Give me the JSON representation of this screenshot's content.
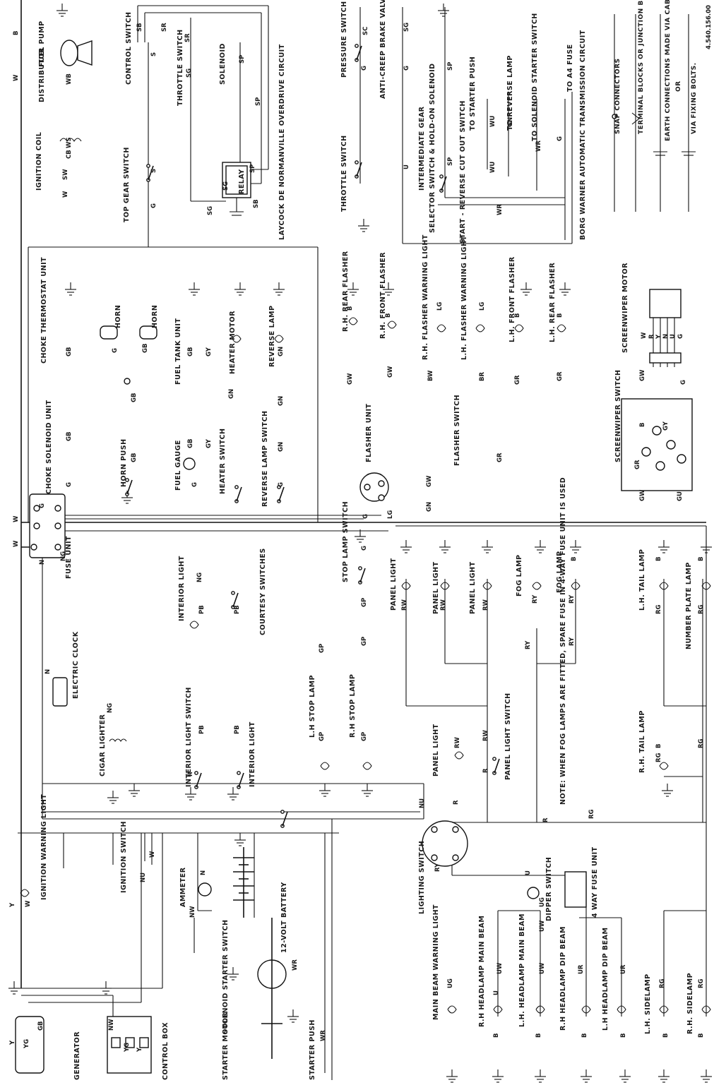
{
  "reference": "4.540.156.00",
  "components": {
    "fuel_pump": "FUEL  PUMP",
    "distributor": "DISTRIBUTOR",
    "ignition_coil": "IGNITION  COIL",
    "control_switch": "CONTROL  SWITCH",
    "throttle_switch_od": "THROTTLE  SWITCH",
    "solenoid_od": "SOLENOID",
    "relay": "RELAY",
    "top_gear_switch": "TOP  GEAR  SWITCH",
    "overdrive_circuit": "LAYCOCK  DE  NORMANVILLE  OVERDRIVE  CIRCUIT",
    "pressure_switch": "PRESSURE  SWITCH",
    "anti_creep": "ANTI-CREEP BRAKE  VALVE  SOLENOID",
    "throttle_switch_bw": "THROTTLE  SWITCH",
    "intermediate_gear": "INTERMEDIATE  GEAR",
    "hold_on_solenoid": "SELECTOR  SWITCH  &  HOLD-ON  SOLENOID",
    "start_reverse": "START - REVERSE  CUT OUT  SWITCH",
    "to_starter_push": "TO  STARTER  PUSH",
    "to_reverse_lamp": "TO  REVERSE  LAMP",
    "to_solenoid": "TO  SOLENOID  STARTER  SWITCH",
    "to_a4_fuse": "TO  A4  FUSE",
    "borg_warner": "BORG  WARNER  AUTOMATIC  TRANSMISSION  CIRCUIT",
    "choke_thermostat": "CHOKE  THERMOSTAT  UNIT",
    "horn_1": "HORN",
    "horn_2": "HORN",
    "fuel_tank_unit": "FUEL  TANK  UNIT",
    "heater_motor": "HEATER  MOTOR",
    "reverse_lamp": "REVERSE  LAMP",
    "choke_solenoid": "CHOKE  SOLENOID  UNIT",
    "horn_push": "HORN  PUSH",
    "fuel_gauge": "FUEL  GAUGE",
    "heater_switch": "HEATER  SWITCH",
    "reverse_lamp_switch": "REVERSE  LAMP  SWITCH",
    "rh_rear_flasher": "R.H. REAR  FLASHER",
    "rh_front_flasher": "R.H. FRONT  FLASHER",
    "rh_flasher_warning": "R.H. FLASHER  WARNING  LIGHT",
    "lh_flasher_warning": "L.H. FLASHER  WARNING  LIGHT",
    "lh_front_flasher": "L.H. FRONT  FLASHER",
    "lh_rear_flasher": "L.H. REAR  FLASHER",
    "flasher_switch": "FLASHER  SWITCH",
    "flasher_unit": "FLASHER  UNIT",
    "screenwiper_motor": "SCREENWIPER  MOTOR",
    "screenwiper_switch": "SCREENWIPER  SWITCH",
    "fuse_unit": "FUSE  UNIT",
    "electric_clock": "ELECTRIC  CLOCK",
    "cigar_lighter": "CIGAR  LIGHTER",
    "interior_light": "INTERIOR  LIGHT",
    "courtesy_switches": "COURTESY  SWITCHES",
    "interior_light_switch": "INTERIOR  LIGHT  SWITCH",
    "interior_light_2": "INTERIOR  LIGHT",
    "stop_lamp_switch": "STOP  LAMP  SWITCH",
    "lh_stop_lamp": "L.H  STOP  LAMP",
    "rh_stop_lamp": "R.H  STOP  LAMP",
    "panel_light_1": "PANEL  LIGHT",
    "panel_light_2": "PANEL  LIGHT",
    "panel_light_3": "PANEL  LIGHT",
    "panel_light_4": "PANEL  LIGHT",
    "panel_light_switch": "PANEL  LIGHT  SWITCH",
    "fog_lamp_1": "FOG  LAMP",
    "fog_lamp_2": "FOG  LAMP",
    "fog_note": "NOTE:  WHEN  FOG  LAMPS  ARE  FITTED, SPARE  FUSE  IN  4-WAY  FUSE  UNIT  IS  USED",
    "lh_tail_lamp": "L.H. TAIL  LAMP",
    "number_plate_lamp": "NUMBER  PLATE  LAMP",
    "rh_tail_lamp": "R.H.  TAIL  LAMP",
    "generator": "GENERATOR",
    "control_box": "CONTROL  BOX",
    "ignition_warning": "IGNITION  WARNING  LIGHT",
    "ignition_switch": "IGNITION  SWITCH",
    "ammeter": "AMMETER",
    "battery": "12-VOLT  BATTERY",
    "solenoid_starter": "SOLENOID  STARTER  SWITCH",
    "starter_motor": "STARTER  MOTOR",
    "starter_push": "STARTER  PUSH",
    "lighting_switch": "LIGHTING  SWITCH",
    "dipper_switch": "DIPPER  SWITCH",
    "four_way_fuse": "4  WAY  FUSE  UNIT",
    "main_beam_warning": "MAIN  BEAM  WARNING  LIGHT",
    "rh_main_beam": "R.H  HEADLAMP  MAIN  BEAM",
    "lh_main_beam": "L.H.  HEADLAMP  MAIN  BEAM",
    "rh_dip_beam": "R.H  HEADLAMP  DIP  BEAM",
    "lh_dip_beam": "L.H  HEADLAMP  DIP  BEAM",
    "lh_sidelamp": "L.H.  SIDELAMP",
    "rh_sidelamp": "R.H.  SIDELAMP"
  },
  "legend": {
    "snap": "SNAP  CONNECTORS",
    "terminal": "TERMINAL  BLOCKS  OR  JUNCTION  BOX",
    "earth_cable": "EARTH  CONNECTIONS  MADE  VIA  CABLE",
    "or": "OR",
    "earth_bolts": "VIA  FIXING  BOLTS."
  },
  "wire_codes": {
    "w": "W",
    "b": "B",
    "g": "G",
    "n": "N",
    "y": "Y",
    "u": "U",
    "r": "R",
    "yg": "YG",
    "nw": "NW",
    "ng": "NG",
    "nu": "NU",
    "wb": "WB",
    "ws": "WS",
    "sw": "SW",
    "cb": "CB",
    "sb": "SB",
    "sr": "SR",
    "sp": "SP",
    "sg": "SG",
    "s": "S",
    "gb": "GB",
    "gy": "GY",
    "gn": "GN",
    "gw": "GW",
    "gr": "GR",
    "gu": "GU",
    "lg": "LG",
    "bw": "BW",
    "br": "BR",
    "gp": "GP",
    "rw": "RW",
    "ry": "RY",
    "rg": "RG",
    "pb": "PB",
    "uw": "UW",
    "ur": "UR",
    "ug": "UG",
    "wr": "WR",
    "wu": "WU",
    "sc": "SC"
  }
}
